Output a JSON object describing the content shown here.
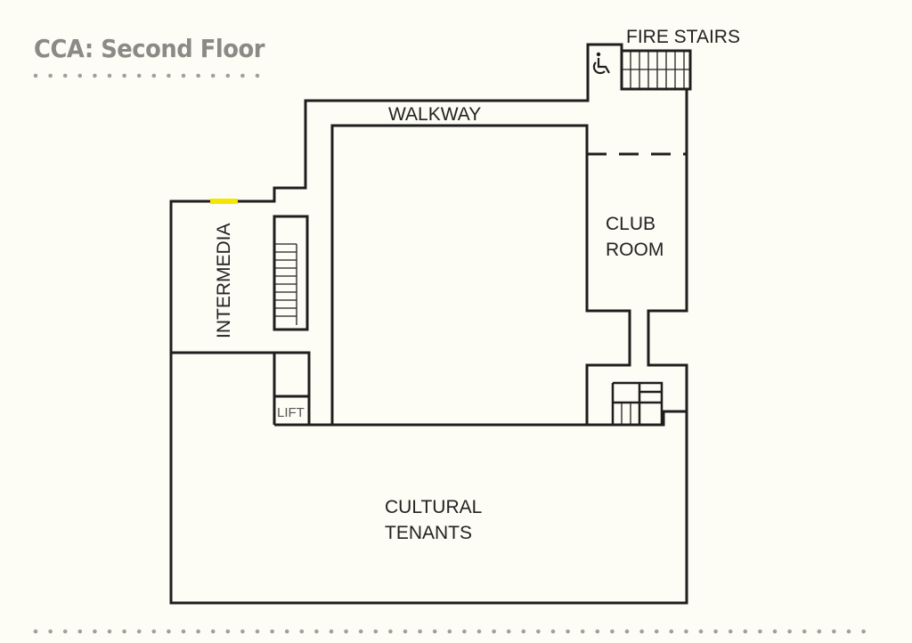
{
  "title": "CCA: Second Floor",
  "rooms": {
    "fire_stairs": "FIRE STAIRS",
    "walkway": "WALKWAY",
    "club_room_line1": "CLUB",
    "club_room_line2": "ROOM",
    "intermedia": "INTERMEDIA",
    "lift": "LIFT",
    "cultural_tenants_line1": "CULTURAL",
    "cultural_tenants_line2": "TENANTS"
  },
  "icons": [
    "wheelchair-accessible-icon"
  ],
  "colors": {
    "wall": "#1e1e1e",
    "entrance_marker": "#f5e600",
    "title": "#8a8a87",
    "dots": "#a0a09c"
  }
}
